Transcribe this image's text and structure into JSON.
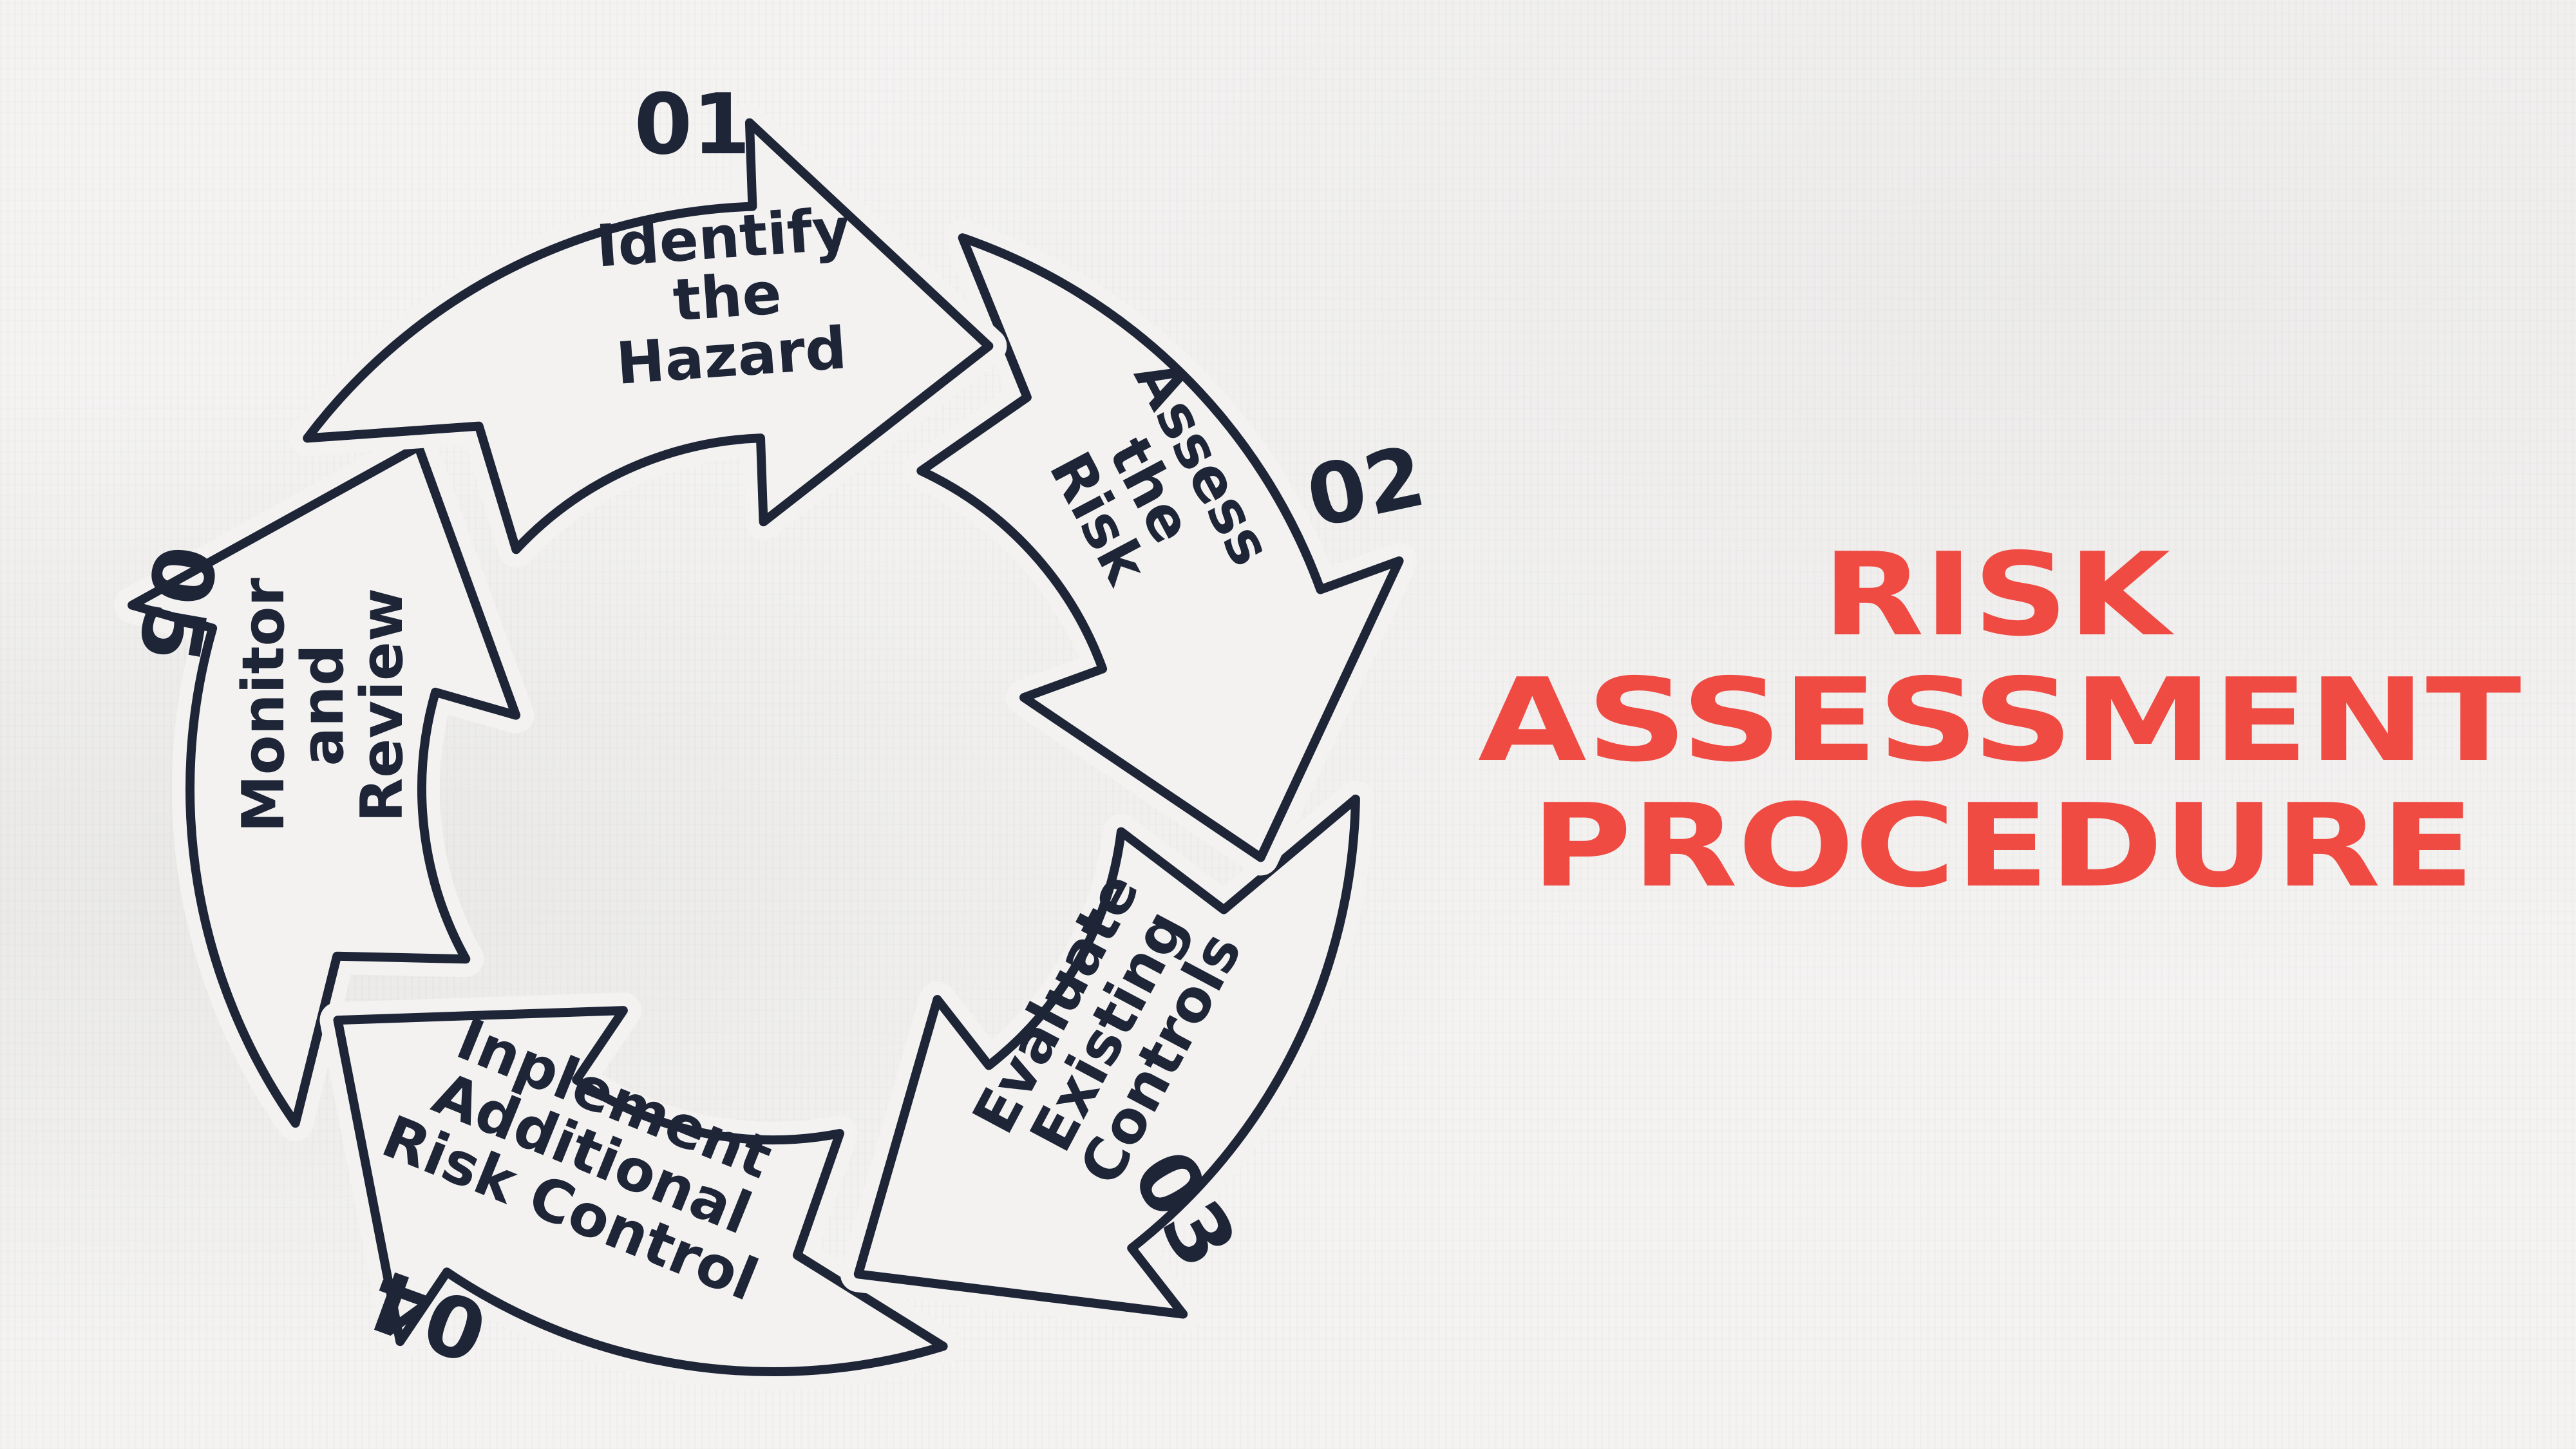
{
  "title": {
    "lines": [
      "RISK",
      "ASSESSMENT",
      "PROCEDURE"
    ],
    "color": "#ef4b43"
  },
  "cycle": {
    "outline_color": "#1e2537",
    "steps": [
      {
        "number": "01",
        "label": [
          "Identify",
          "the",
          "Hazard"
        ]
      },
      {
        "number": "02",
        "label": [
          "Assess",
          "the",
          "Risk"
        ]
      },
      {
        "number": "03",
        "label": [
          "Evaluate",
          "Existing",
          "Controls"
        ]
      },
      {
        "number": "04",
        "label": [
          "Inplement",
          "Additional",
          "Risk Control"
        ]
      },
      {
        "number": "05",
        "label": [
          "Monitor",
          "and",
          "Review"
        ]
      }
    ]
  }
}
